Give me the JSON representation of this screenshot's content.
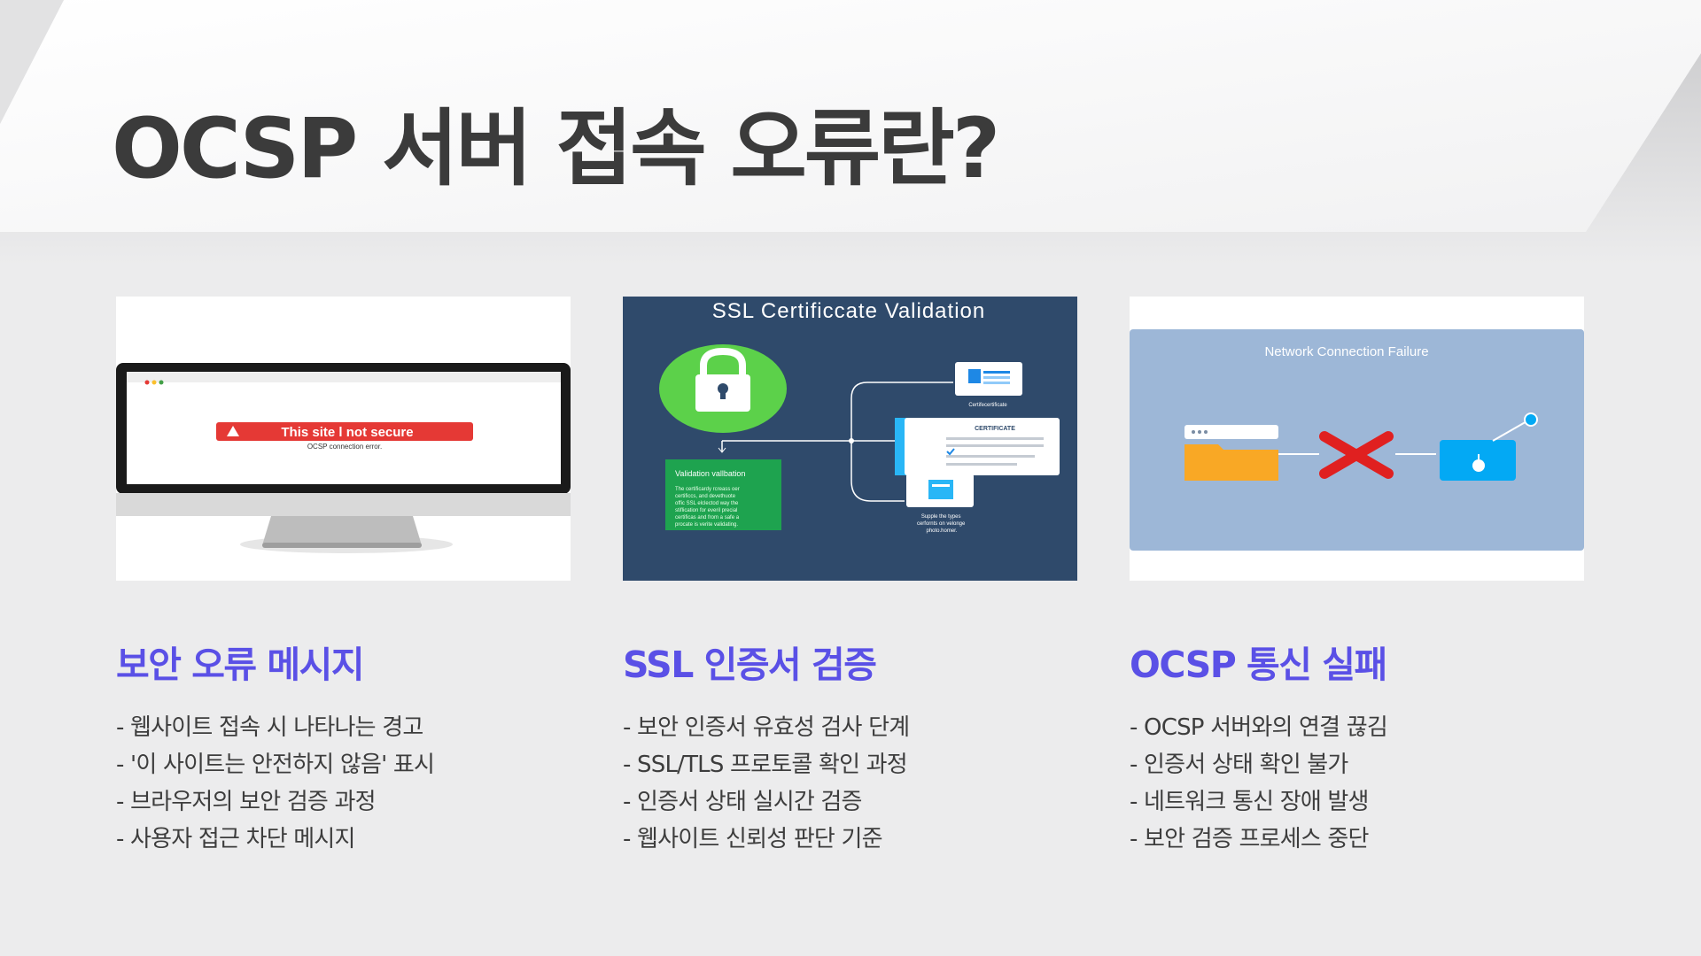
{
  "title": "OCSP 서버 접속 오류란?",
  "theme": {
    "accent": "#5a50e6",
    "title_color": "#3b3b3b",
    "text_color": "#3d3d3d",
    "background": "#ececed"
  },
  "columns": [
    {
      "heading": "보안 오류 메시지",
      "bullets": [
        "- 웹사이트 접속 시 나타나는 경고",
        "- '이 사이트는 안전하지 않음' 표시",
        "- 브라우저의 보안 검증 과정",
        "- 사용자 접근 차단 메시지"
      ],
      "image": {
        "warning_text": "This site l not secure",
        "sub_text": "OCSP connection error."
      }
    },
    {
      "heading": "SSL 인증서 검증",
      "bullets": [
        "- 보안 인증서 유효성 검사 단계",
        "- SSL/TLS 프로토콜 확인 과정",
        "- 인증서 상태 실시간 검증",
        "- 웹사이트 신뢰성 판단 기준"
      ],
      "image": {
        "title": "SSL Certificcate Validation",
        "box_title": "Validation vallbation",
        "box_lines": [
          "The certificardy rcreass oer",
          "certificcs, and devethuote",
          "offic SSL elclectod way the",
          "stiflication for everil precial",
          "certificas and from a safe a",
          "procate is verite validating."
        ],
        "doc1_label": "Certifecertificate",
        "doc2_label": "CERTIFICATE",
        "doc3_lines": [
          "Supple the types",
          "cerfornts on velonge",
          "photo.homer."
        ]
      }
    },
    {
      "heading": "OCSP 통신 실패",
      "bullets": [
        "- OCSP 서버와의 연결 끊김",
        "- 인증서 상태 확인 불가",
        "- 네트워크 통신 장애 발생",
        "- 보안 검증 프로세스 중단"
      ],
      "image": {
        "title": "Network Connection Failure"
      }
    }
  ]
}
